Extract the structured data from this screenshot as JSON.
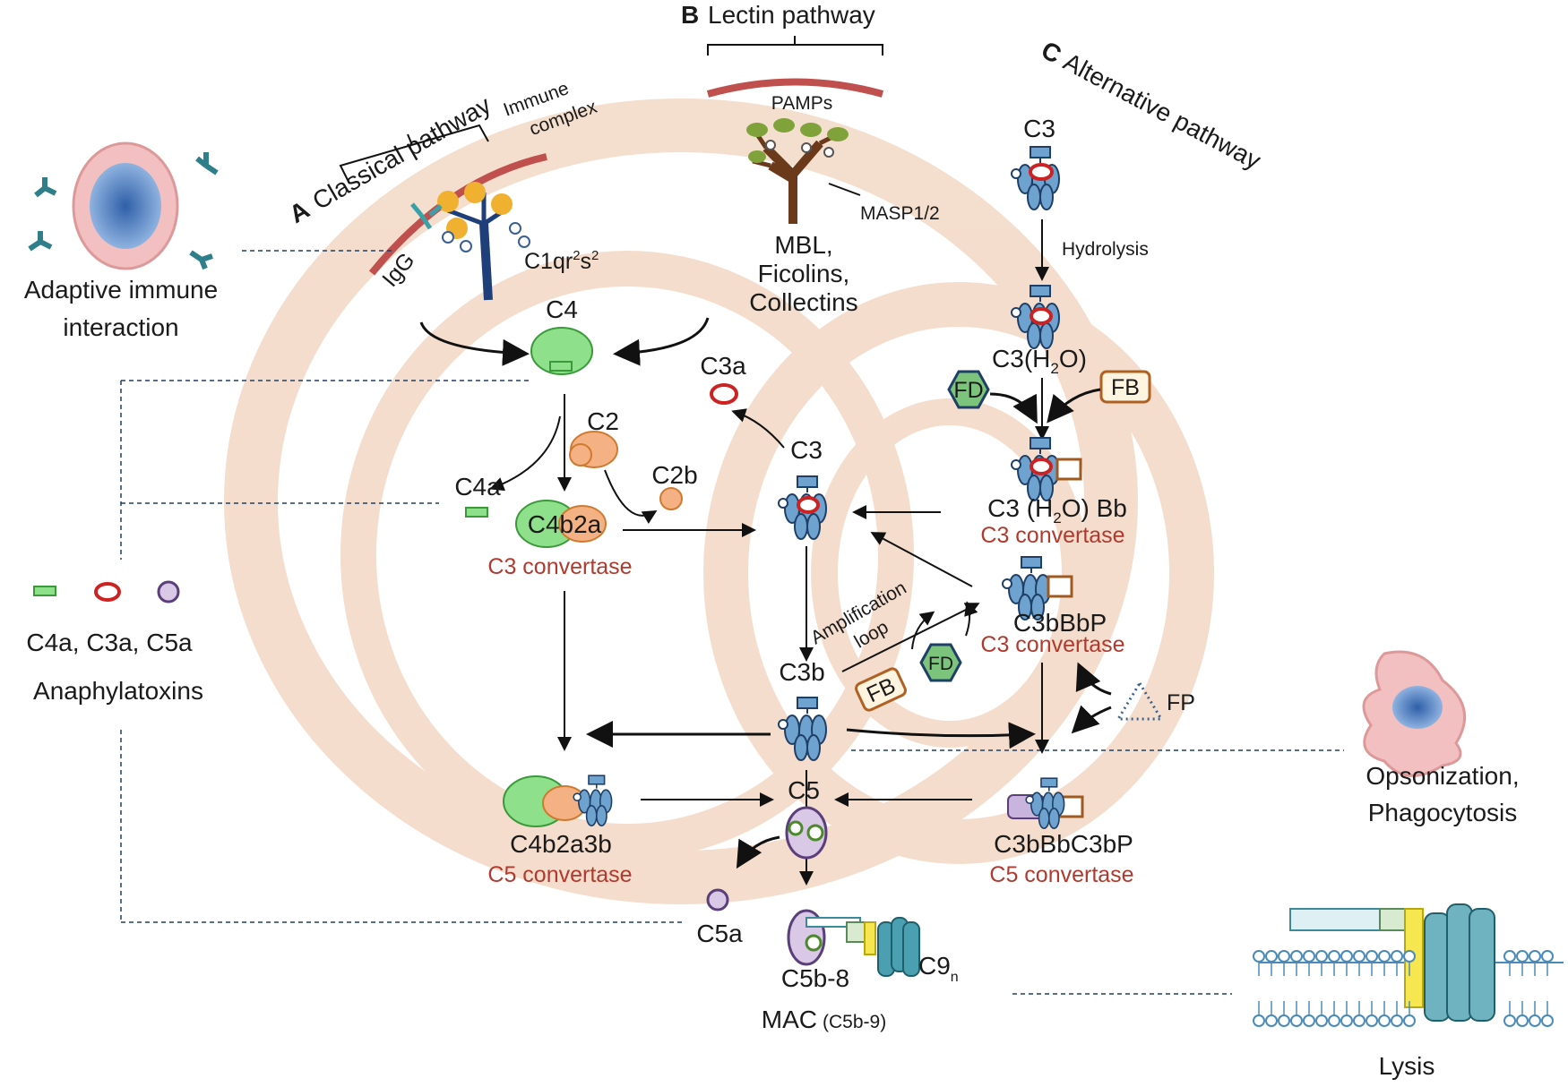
{
  "pathways": {
    "classical": {
      "letter": "A",
      "name": "Classical pathway"
    },
    "lectin": {
      "letter": "B",
      "name": "Lectin pathway"
    },
    "alternative": {
      "letter": "C",
      "name": "Alternative pathway"
    }
  },
  "labels": {
    "immune_complex_1": "Immune",
    "immune_complex_2": "complex",
    "igg": "IgG",
    "c1": "C1qr",
    "c1_sup1": "2",
    "c1_s": "s",
    "c1_sup2": "2",
    "pamps": "PAMPs",
    "masp": "MASP1/2",
    "mbl1": "MBL,",
    "mbl2": "Ficolins,",
    "mbl3": "Collectins",
    "c4": "C4",
    "c3a_top": "C3a",
    "c2": "C2",
    "c4a": "C4a",
    "c2b": "C2b",
    "c4b2a": "C4b2a",
    "c3_convertase": "C3 convertase",
    "c3_center": "C3",
    "c3_alt": "C3",
    "hydrolysis": "Hydrolysis",
    "c3h2o_a": "C3(H",
    "c3h2o_sub": "2",
    "c3h2o_b": "O)",
    "fd": "FD",
    "fb": "FB",
    "c3h2obb_a": "C3 (H",
    "c3h2obb_sub": "2",
    "c3h2obb_b": "O) Bb",
    "amplification": "Amplification",
    "loop": "loop",
    "c3bbbp": "C3bBbP",
    "c3b": "C3b",
    "fp": "FP",
    "c4b2a3b": "C4b2a3b",
    "c5_convertase": "C5 convertase",
    "c5": "C5",
    "c3bbbc3bp": "C3bBbC3bP",
    "c5a": "C5a",
    "c5b8": "C5b-8",
    "c9": "C9",
    "c9_sub": "n",
    "mac": "MAC",
    "mac_sub": "(C5b-9)",
    "adaptive1": "Adaptive immune",
    "adaptive2": "interaction",
    "anaphyl1": "C4a, C3a, C5a",
    "anaphyl2": "Anaphylatoxins",
    "opson1": "Opsonization,",
    "opson2": "Phagocytosis",
    "lysis": "Lysis"
  },
  "colors": {
    "green": "#8fe08a",
    "orange": "#f4b183",
    "red": "#d9534f",
    "purple": "#d9c8e6",
    "blue": "#4d7fb0",
    "membrane_red": "#c0504d",
    "dark_red_text": "#b03a2e"
  }
}
